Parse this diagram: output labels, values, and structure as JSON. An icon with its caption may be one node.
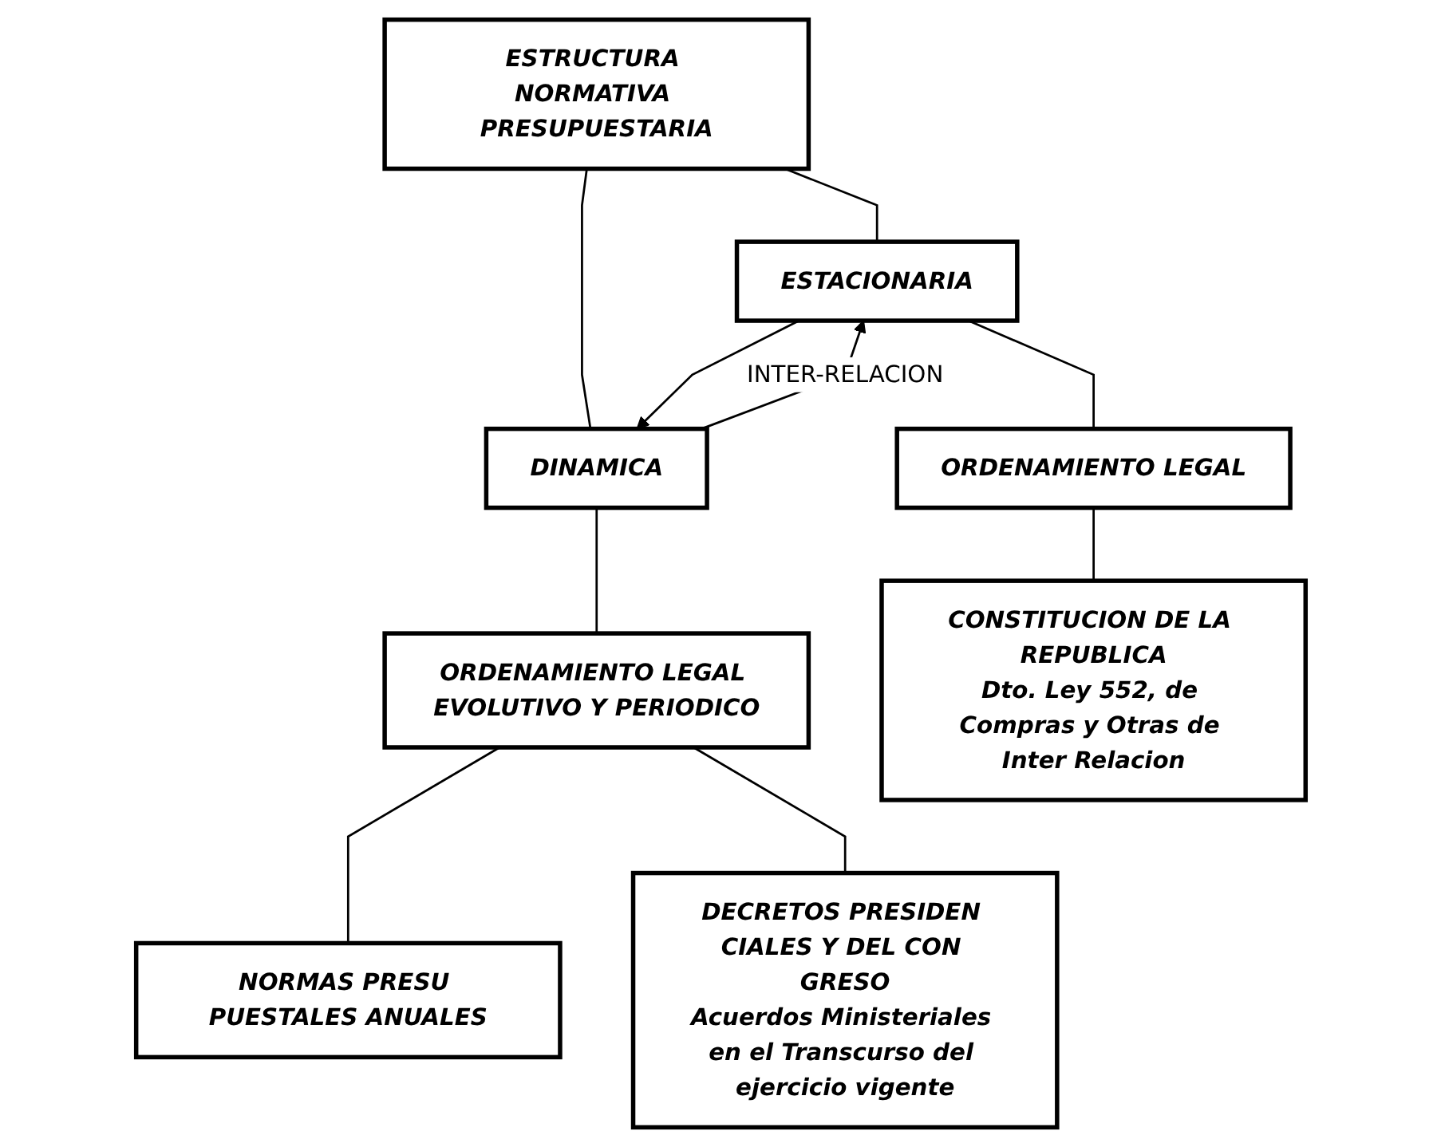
{
  "diagram": {
    "nodes": [
      {
        "text": [
          "ESTRUCTURA NORMATIVA PRESUPUESTARIA"
        ]
      },
      {
        "text": [
          "ESTACIONARIA"
        ]
      },
      {
        "text": [
          "DINAMICA"
        ]
      },
      {
        "text": [
          "ORDENAMIENTO LEGAL"
        ]
      },
      {
        "text": [
          "ORDENAMIENTO LEGAL EVOLUTIVO Y PERIODICO"
        ]
      },
      {
        "text": [
          "CONSTITUCION DE LA REPUBLICA",
          "Dto. Ley 552, de Compras y Otras de Inter Relacion"
        ]
      },
      {
        "text": [
          "NORMAS PRESU PUESTALES ANUALES"
        ]
      },
      {
        "text": [
          "DECRETOS PRESIDEN CIALES Y DEL CON GRESO",
          "Acuerdos Ministeriales en el Transcurso del ejercicio vigente"
        ]
      }
    ],
    "edges": [
      {
        "from": 0,
        "to": 1,
        "arrow": "none"
      },
      {
        "from": 0,
        "to": 2,
        "arrow": "none"
      },
      {
        "from": 2,
        "to": 1,
        "arrow": "to",
        "label": "INTER-RELACION"
      },
      {
        "from": 1,
        "to": 2,
        "arrow": "to"
      },
      {
        "from": 1,
        "to": 3,
        "arrow": "none"
      },
      {
        "from": 2,
        "to": 4,
        "arrow": "none"
      },
      {
        "from": 3,
        "to": 5,
        "arrow": "none"
      },
      {
        "from": 4,
        "to": 6,
        "arrow": "none"
      },
      {
        "from": 4,
        "to": 7,
        "arrow": "none"
      }
    ]
  }
}
